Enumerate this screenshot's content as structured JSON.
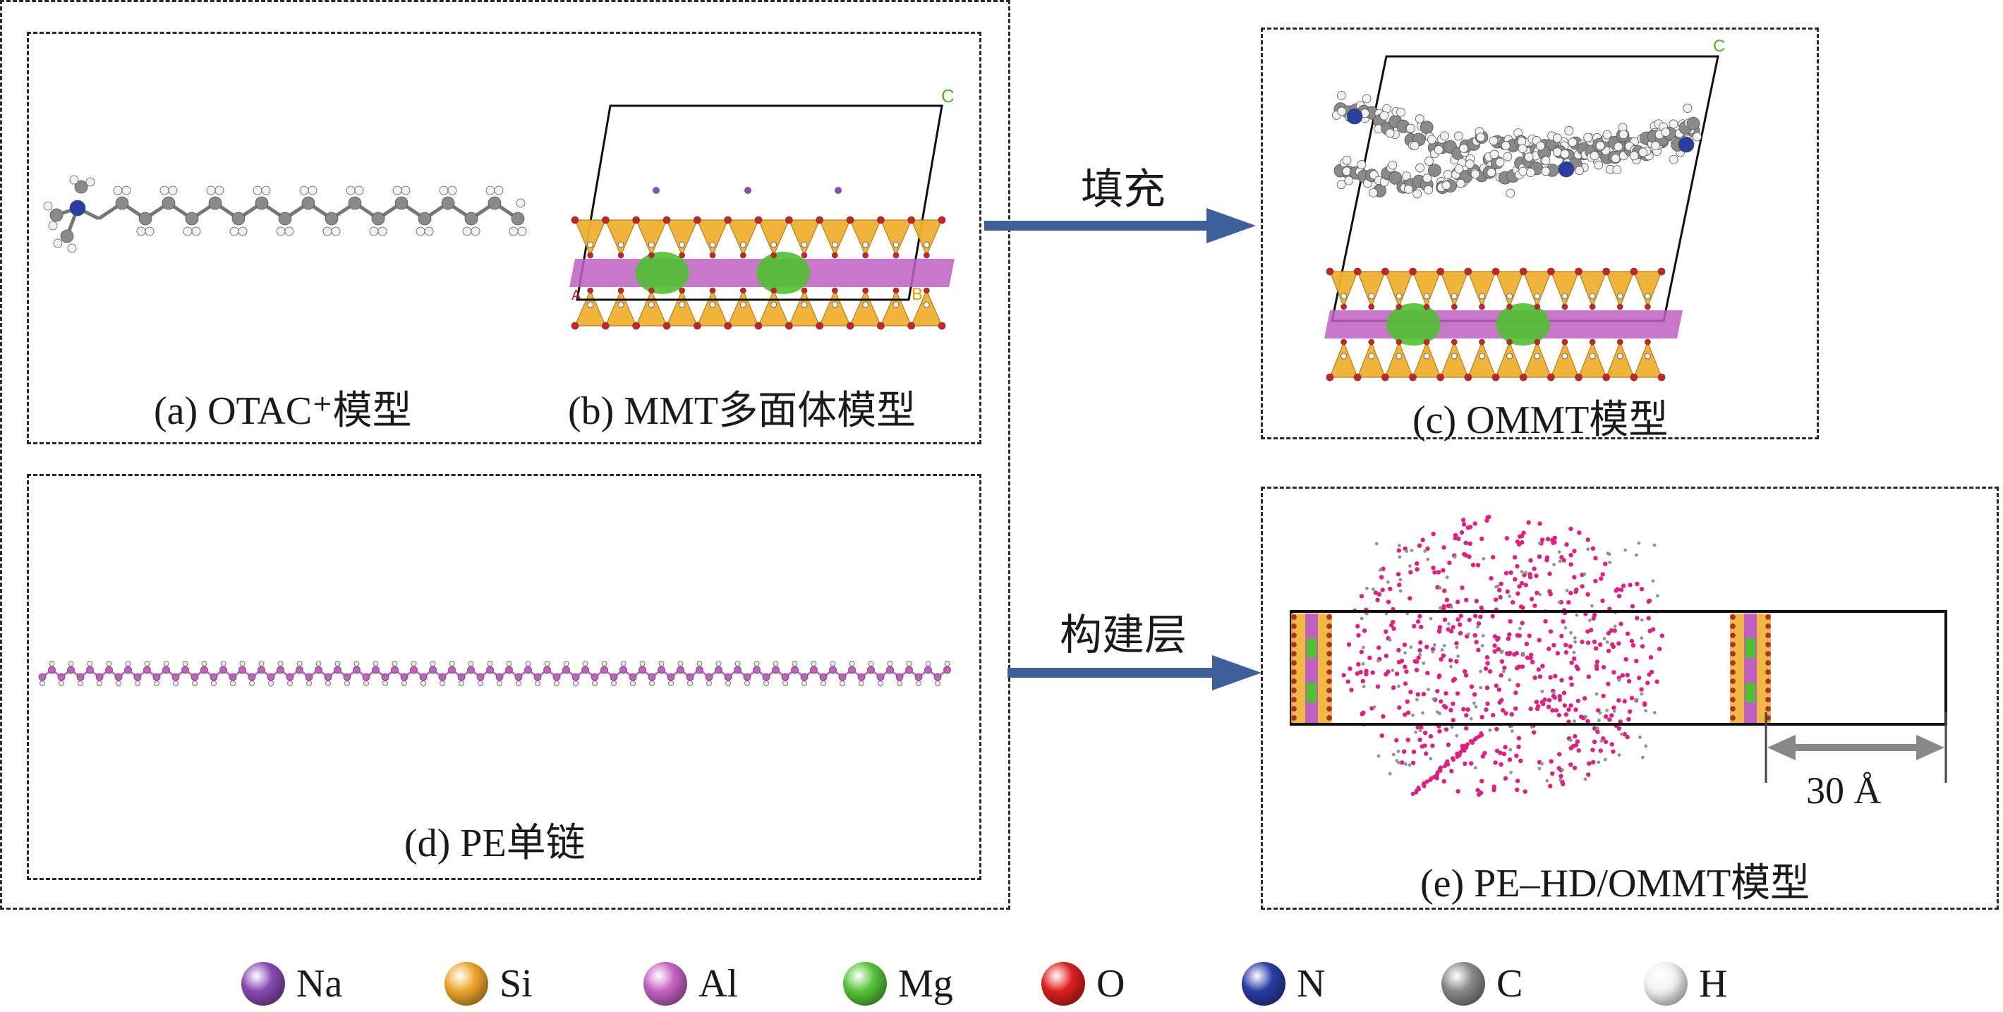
{
  "panels": {
    "a": {
      "caption": "(a) OTAC⁺模型"
    },
    "b": {
      "caption": "(b) MMT多面体模型",
      "axis_c": "C",
      "axis_b": "B",
      "axis_a": "A"
    },
    "c": {
      "caption": "(c) OMMT模型",
      "axis_c": "C"
    },
    "d": {
      "caption": "(d) PE单链"
    },
    "e": {
      "caption": "(e) PE–HD/OMMT模型",
      "scale_label": "30 Å"
    }
  },
  "arrows": {
    "fill": {
      "label": "填充"
    },
    "build": {
      "label": "构建层"
    }
  },
  "colors": {
    "arrow": "#3f5f9a",
    "si": "#f0b030",
    "al": "#c060c0",
    "mg": "#50c030",
    "o": "#d02020",
    "n": "#2a3ea0",
    "c": "#8a8a8a",
    "h": "#f2f2f2",
    "na": "#8a50b0",
    "pe_chain": "#e02080"
  },
  "legend": [
    {
      "symbol": "Na",
      "color": "#8a4cb4",
      "icon": "sphere-icon"
    },
    {
      "symbol": "Si",
      "color": "#f0a82a",
      "icon": "sphere-icon"
    },
    {
      "symbol": "Al",
      "color": "#c864c8",
      "icon": "sphere-icon"
    },
    {
      "symbol": "Mg",
      "color": "#58c83a",
      "icon": "sphere-icon"
    },
    {
      "symbol": "O",
      "color": "#e02020",
      "icon": "sphere-icon"
    },
    {
      "symbol": "N",
      "color": "#2a3ea8",
      "icon": "sphere-icon"
    },
    {
      "symbol": "C",
      "color": "#8c8c8c",
      "icon": "sphere-icon"
    },
    {
      "symbol": "H",
      "color": "#f4f4f4",
      "icon": "sphere-icon"
    }
  ]
}
